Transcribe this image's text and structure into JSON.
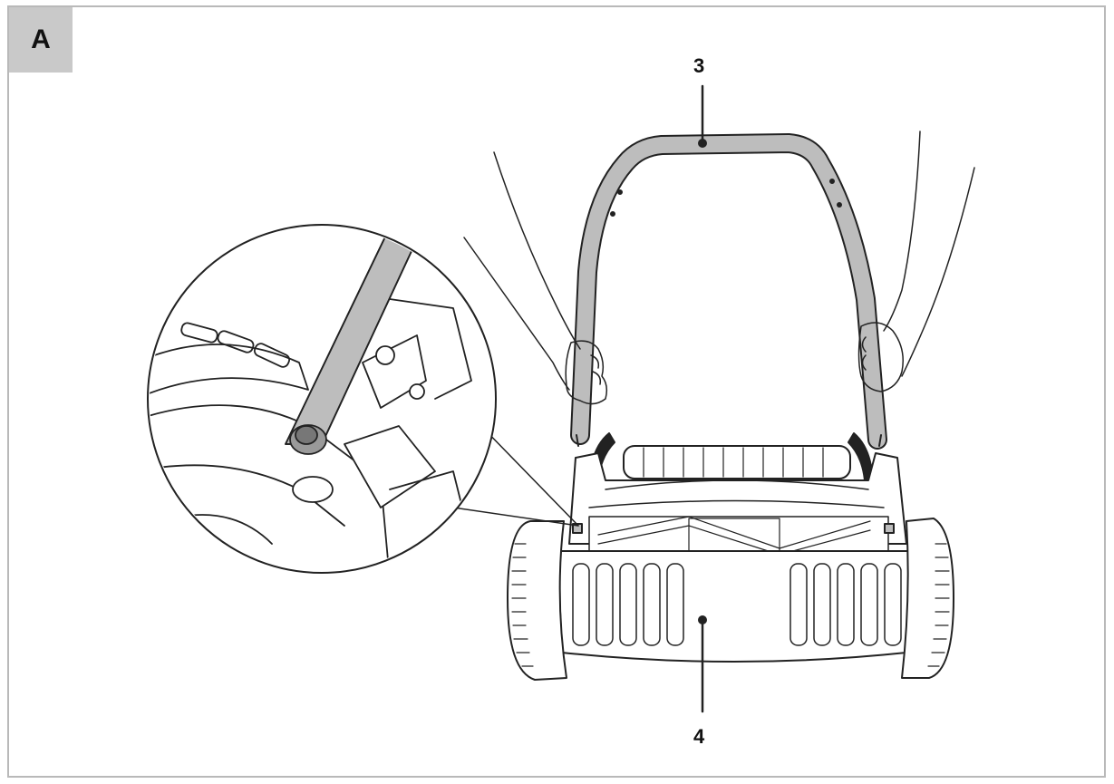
{
  "figure": {
    "label": "A"
  },
  "callouts": [
    {
      "number": "3"
    },
    {
      "number": "4"
    }
  ],
  "colors": {
    "line": "#222222",
    "handle_fill": "#bdbdbd",
    "frame": "#b9b9b9",
    "tag_bg": "#c9c9c9"
  }
}
